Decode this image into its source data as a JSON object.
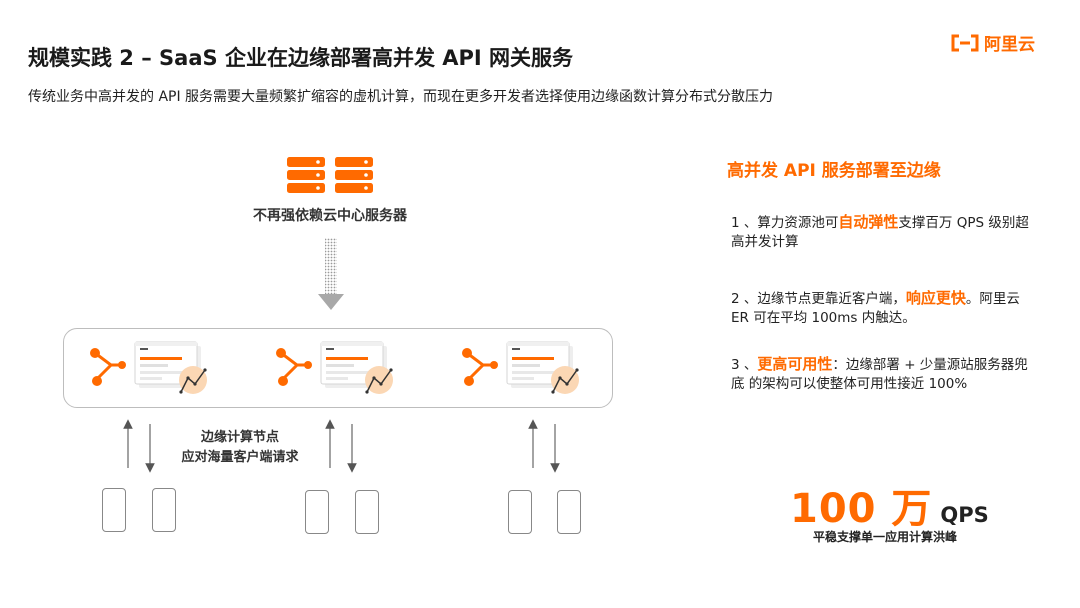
{
  "header": {
    "title": "规模实践 2 – SaaS 企业在边缘部署高并发 API 网关服务",
    "subtitle": "传统业务中高并发的 API 服务需要大量频繁扩缩容的虚机计算，而现在更多开发者选择使用边缘函数计算分布式分散压力",
    "logo_text": "阿里云",
    "logo_icon": "bracket-logo-icon"
  },
  "diagram": {
    "center_server_label": "不再强依赖云中心服务器",
    "edge_label_line1": "边缘计算节点",
    "edge_label_line2": "应对海量客户端请求",
    "icons": [
      "server-icon",
      "down-arrow-icon",
      "edge-node-icon",
      "dashboard-icon",
      "phone-icon"
    ]
  },
  "panel": {
    "title": "高并发 API 服务部署至边缘",
    "points": [
      {
        "prefix": "1 、算力资源池可",
        "highlight": "自动弹性",
        "suffix": "支撑百万 QPS 级别超高并发计算"
      },
      {
        "prefix": "2 、边缘节点更靠近客户端，",
        "highlight": "响应更快",
        "suffix": "。阿里云 ER 可在平均 100ms 内触达。"
      },
      {
        "prefix": "3 、",
        "highlight": "更高可用性",
        "suffix": "：边缘部署 + 少量源站服务器兜底 的架构可以使整体可用性接近 100%"
      }
    ],
    "stat_value": "100 万",
    "stat_unit": "QPS",
    "stat_caption": "平稳支撑单一应用计算洪峰"
  },
  "colors": {
    "accent": "#ff6a00",
    "border": "#bdbdbd",
    "arrow": "#9a9a9a"
  }
}
